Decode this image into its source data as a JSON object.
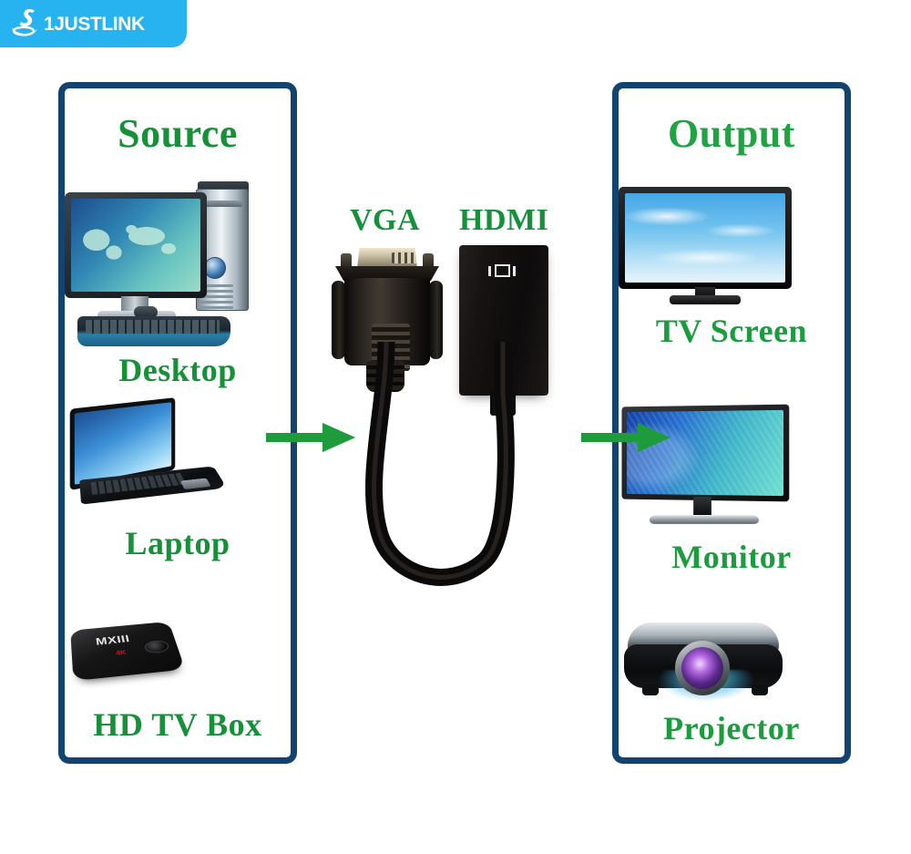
{
  "brand": {
    "name": "1JUSTLINK",
    "logo_icon": "swoosh-j-icon",
    "badge_color": "#27b3ef",
    "text_color": "#ffffff"
  },
  "theme": {
    "panel_border": "#13436f",
    "label_green": "#16913a",
    "arrow_green": "#1e9c3c",
    "background": "#ffffff"
  },
  "panels": [
    {
      "id": "source",
      "title": "Source",
      "items": [
        {
          "label": "Desktop",
          "art": "desktop-computer"
        },
        {
          "label": "Laptop",
          "art": "laptop"
        },
        {
          "label": "HD TV Box",
          "art": "tv-box"
        }
      ]
    },
    {
      "id": "output",
      "title": "Output",
      "items": [
        {
          "label": "TV Screen",
          "art": "flat-tv"
        },
        {
          "label": "Monitor",
          "art": "computer-monitor"
        },
        {
          "label": "Projector",
          "art": "projector"
        }
      ]
    }
  ],
  "product": {
    "input_label": "VGA",
    "output_label": "HDMI",
    "input_icon": "vga-connector-icon",
    "output_icon": "hdmi-port-icon",
    "cable_icon": "cable-loop-icon"
  },
  "tv_box": {
    "brand_mark": "MXIII",
    "badge": "4K"
  },
  "arrows": [
    {
      "id": "source-to-adapter",
      "direction": "right"
    },
    {
      "id": "adapter-to-output",
      "direction": "right"
    }
  ]
}
